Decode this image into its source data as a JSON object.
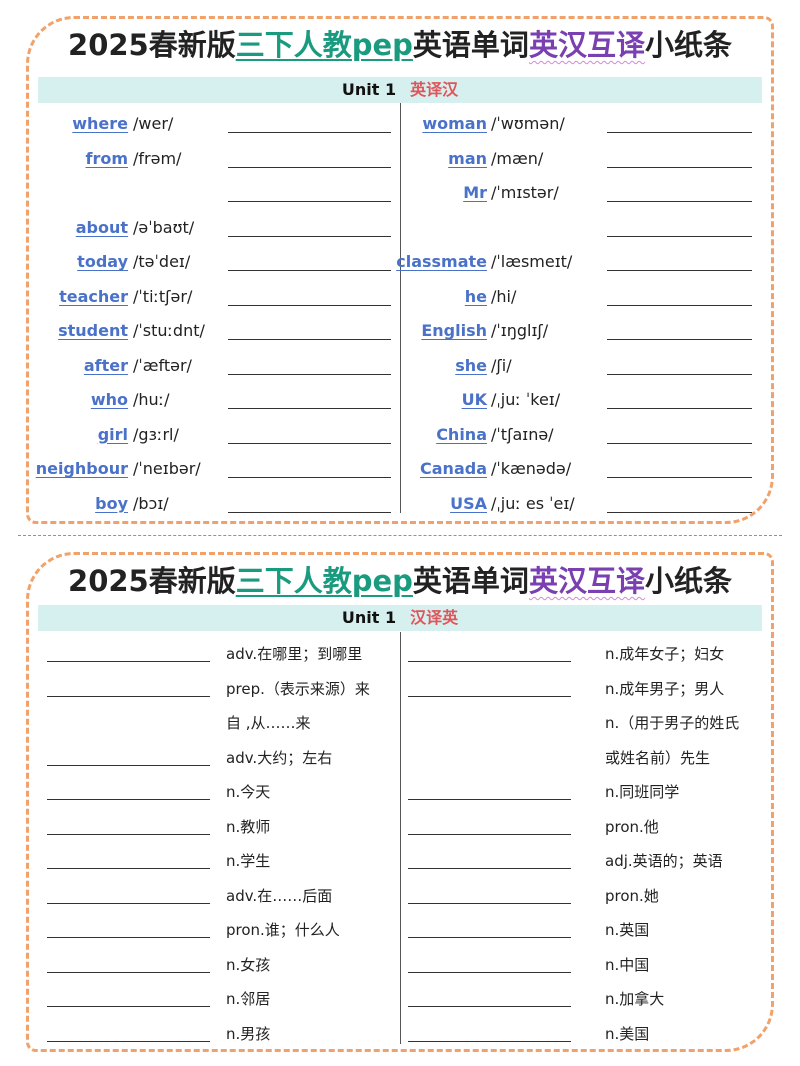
{
  "title": {
    "prefix": "2025春新版",
    "highlight1": "三下人教pep",
    "middle": "英语单词",
    "highlight2": "英汉互译",
    "suffix": "小纸条"
  },
  "top": {
    "unit": "Unit 1",
    "mode": "英译汉",
    "left": [
      {
        "word": "where",
        "ipa": "/wer/"
      },
      {
        "word": "from",
        "ipa": "/frəm/"
      },
      {
        "word": "",
        "ipa": ""
      },
      {
        "word": "about",
        "ipa": "/əˈbaʊt/"
      },
      {
        "word": "today",
        "ipa": "/təˈdeɪ/"
      },
      {
        "word": "teacher",
        "ipa": "/ˈtiːtʃər/"
      },
      {
        "word": "student",
        "ipa": "/ˈstuːdnt/"
      },
      {
        "word": "after",
        "ipa": "/ˈæftər/"
      },
      {
        "word": "who",
        "ipa": "/huː/"
      },
      {
        "word": "girl",
        "ipa": "/gɜːrl/"
      },
      {
        "word": "neighbour",
        "ipa": "/ˈneɪbər/"
      },
      {
        "word": "boy",
        "ipa": "/bɔɪ/"
      }
    ],
    "right": [
      {
        "word": "woman",
        "ipa": "/ˈwʊmən/"
      },
      {
        "word": "man",
        "ipa": "/mæn/"
      },
      {
        "word": "Mr",
        "ipa": "/ˈmɪstər/"
      },
      {
        "word": "",
        "ipa": ""
      },
      {
        "word": "classmate",
        "ipa": "/ˈlæsmeɪt/"
      },
      {
        "word": "he",
        "ipa": "/hi/"
      },
      {
        "word": "English",
        "ipa": "/ˈɪŋglɪʃ/"
      },
      {
        "word": "she",
        "ipa": "/ʃi/"
      },
      {
        "word": "UK",
        "ipa": "/ˌjuː ˈkeɪ/"
      },
      {
        "word": "China",
        "ipa": "/ˈtʃaɪnə/"
      },
      {
        "word": "Canada",
        "ipa": "/ˈkænədə/"
      },
      {
        "word": "USA",
        "ipa": "/ˌjuː es ˈeɪ/"
      }
    ]
  },
  "bottom": {
    "unit": "Unit 1",
    "mode": "汉译英",
    "left": [
      {
        "blank": true,
        "meaning": "adv.在哪里；到哪里"
      },
      {
        "blank": true,
        "meaning": "prep.（表示来源）来"
      },
      {
        "blank": false,
        "meaning": "自 ,从……来"
      },
      {
        "blank": true,
        "meaning": "adv.大约；左右"
      },
      {
        "blank": true,
        "meaning": "n.今天"
      },
      {
        "blank": true,
        "meaning": "n.教师"
      },
      {
        "blank": true,
        "meaning": "n.学生"
      },
      {
        "blank": true,
        "meaning": "adv.在……后面"
      },
      {
        "blank": true,
        "meaning": "pron.谁；什么人"
      },
      {
        "blank": true,
        "meaning": "n.女孩"
      },
      {
        "blank": true,
        "meaning": "n.邻居"
      },
      {
        "blank": true,
        "meaning": "n.男孩"
      }
    ],
    "right": [
      {
        "blank": true,
        "meaning": "n.成年女子；妇女"
      },
      {
        "blank": true,
        "meaning": "n.成年男子；男人"
      },
      {
        "blank": false,
        "meaning": "n.（用于男子的姓氏"
      },
      {
        "blank": false,
        "meaning": "或姓名前）先生"
      },
      {
        "blank": true,
        "meaning": "n.同班同学"
      },
      {
        "blank": true,
        "meaning": "pron.他"
      },
      {
        "blank": true,
        "meaning": "adj.英语的；英语"
      },
      {
        "blank": true,
        "meaning": "pron.她"
      },
      {
        "blank": true,
        "meaning": "n.英国"
      },
      {
        "blank": true,
        "meaning": "n.中国"
      },
      {
        "blank": true,
        "meaning": "n.加拿大"
      },
      {
        "blank": true,
        "meaning": "n.美国"
      }
    ]
  }
}
